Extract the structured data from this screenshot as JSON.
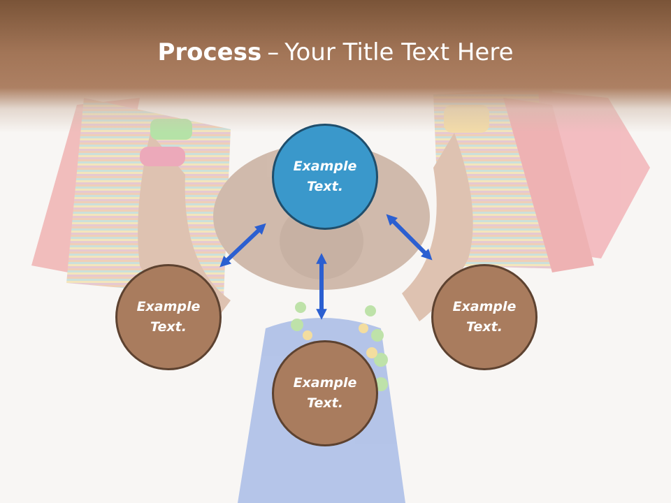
{
  "title": {
    "bold_part": "Process",
    "separator": "–",
    "rest": "Your Title Text Here"
  },
  "nodes": {
    "center": "Example\nText.",
    "left": "Example\nText.",
    "right": "Example\nText.",
    "bottom": "Example\nText."
  },
  "colors": {
    "title_bar": "#a27557",
    "center_node": "#3a98cb",
    "outer_node": "#a97c5e",
    "arrow": "#2b5fd1"
  }
}
